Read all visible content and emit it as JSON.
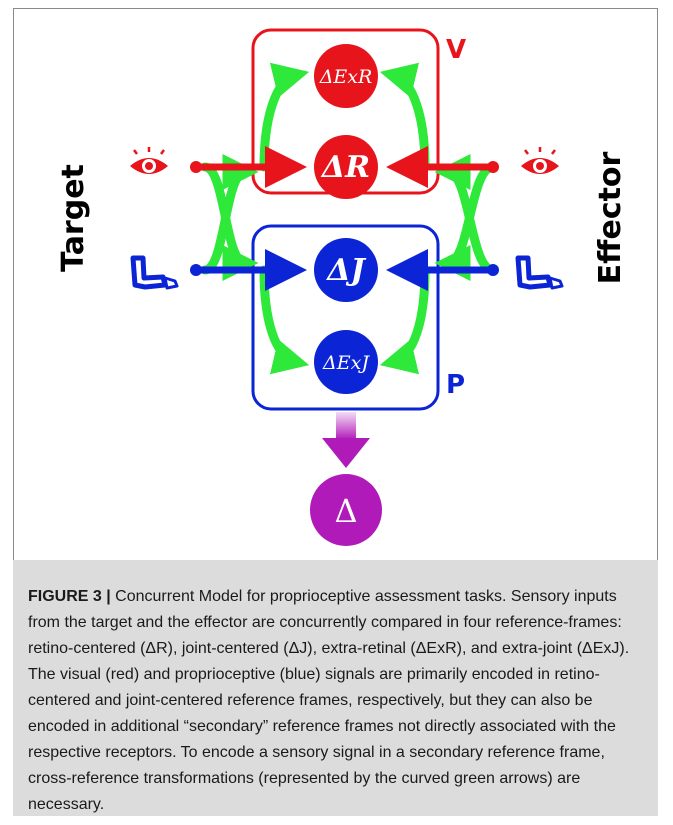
{
  "figure": {
    "side_labels": {
      "left": "Target",
      "right": "Effector"
    },
    "box_labels": {
      "visual": "V",
      "proprioceptive": "P"
    },
    "nodes": {
      "dExR": "ΔExR",
      "dR": "ΔR",
      "dJ": "ΔJ",
      "dExJ": "ΔExJ",
      "delta": "Δ"
    },
    "icons": [
      "eye-icon",
      "arm-icon"
    ],
    "colors": {
      "visual": "#e8141c",
      "proprioceptive": "#0a24d6",
      "transform": "#2ee83a",
      "output": "#b01ab8"
    }
  },
  "caption": {
    "label": "FIGURE 3 |",
    "text": " Concurrent Model for proprioceptive assessment tasks. Sensory inputs from the target and the effector are concurrently compared in four reference-frames: retino-centered (ΔR), joint-centered (ΔJ), extra-retinal (ΔExR), and extra-joint (ΔExJ). The visual (red) and proprioceptive (blue) signals are primarily encoded in retino-centered and joint-centered reference frames, respectively, but they can also be encoded in additional “secondary” reference frames not directly associated with the respective receptors. To encode a sensory signal in a secondary reference frame, cross-reference transformations (represented by the curved green arrows) are necessary."
  }
}
